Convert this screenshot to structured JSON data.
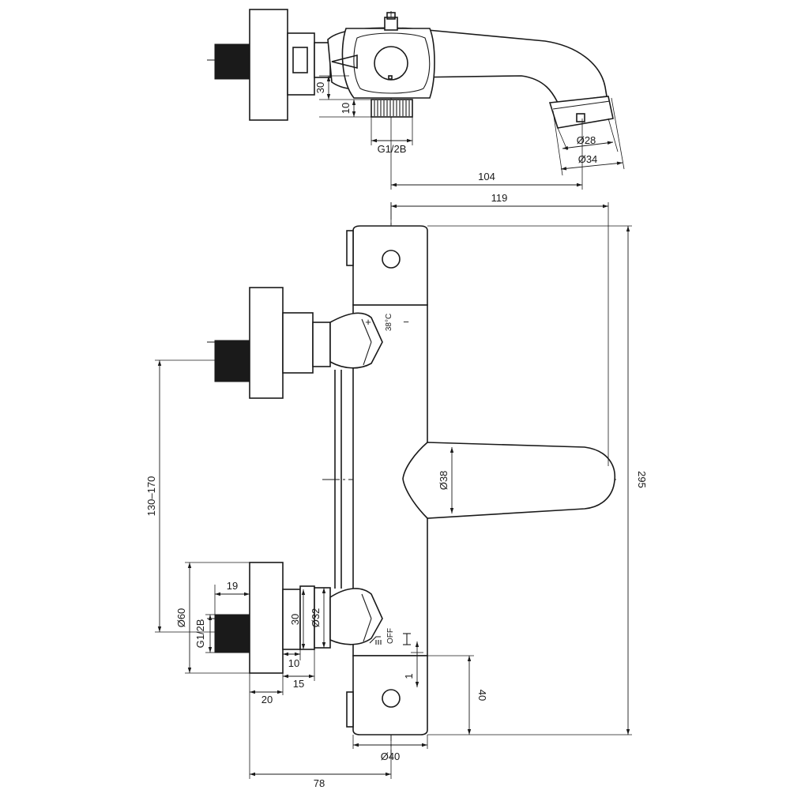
{
  "top_view": {
    "thread_label": "G1/2B",
    "dim_30": "30",
    "dim_10": "10",
    "dim_28": "Ø28",
    "dim_34": "Ø34",
    "dim_104": "104"
  },
  "front_view": {
    "dim_119": "119",
    "dim_295": "295",
    "dim_130_170": "130–170",
    "dim_38": "Ø38",
    "dim_19": "19",
    "dim_60": "Ø60",
    "thread_label": "G1/2B",
    "dim_30": "30",
    "dim_32": "Ø32",
    "dim_10": "10",
    "dim_15": "15",
    "dim_20": "20",
    "dim_1": "1",
    "dim_40": "40",
    "dim_d40": "Ø40",
    "dim_78": "78",
    "temp_plus": "+",
    "temp_minus": "−",
    "temp_label": "38°C",
    "off_label": "OFF"
  }
}
